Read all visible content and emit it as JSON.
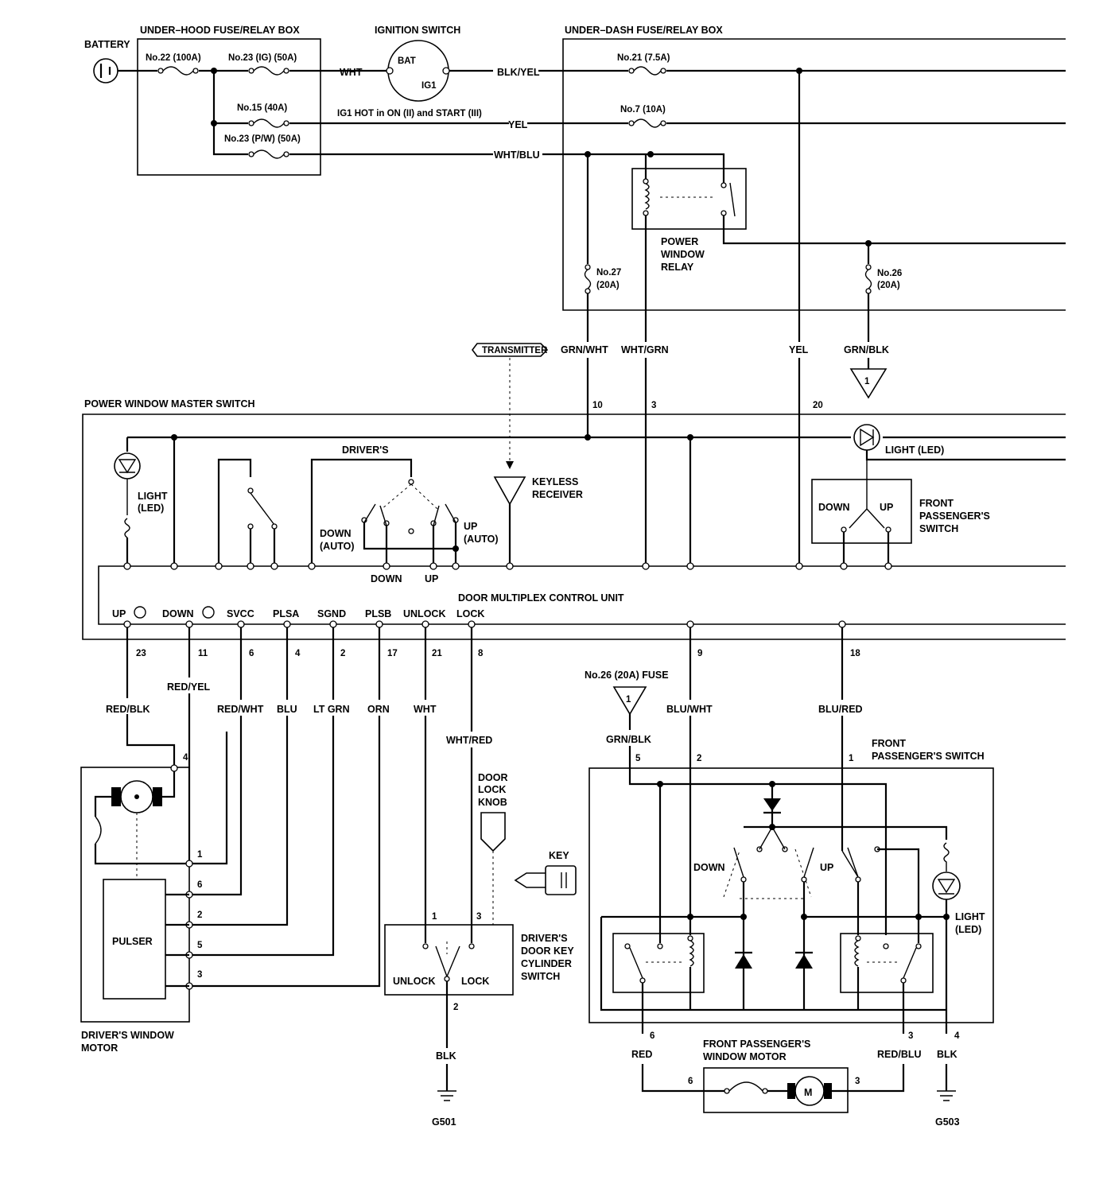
{
  "labels": {
    "battery": "BATTERY",
    "underhood_box": "UNDER–HOOD FUSE/RELAY BOX",
    "fuse22": "No.22 (100A)",
    "fuse23ig": "No.23 (IG) (50A)",
    "fuse15": "No.15 (40A)",
    "fuse23pw": "No.23 (P/W) (50A)",
    "wht": "WHT",
    "ignition_switch": "IGNITION SWITCH",
    "bat": "BAT",
    "ig1": "IG1",
    "blk_yel": "BLK/YEL",
    "ig1_hot": "IG1 HOT in ON (II) and START (III)",
    "yel_top": "YEL",
    "wht_blu": "WHT/BLU",
    "underdash_box": "UNDER–DASH FUSE/RELAY BOX",
    "fuse21": "No.21 (7.5A)",
    "fuse7": "No.7 (10A)",
    "pw_relay_1": "POWER",
    "pw_relay_2": "WINDOW",
    "pw_relay_3": "RELAY",
    "fuse27_1": "No.27",
    "fuse27_2": "(20A)",
    "fuse26_1": "No.26",
    "fuse26_2": "(20A)",
    "transmitter": "TRANSMITTER",
    "grn_wht": "GRN/WHT",
    "wht_grn": "WHT/GRN",
    "yel_mid": "YEL",
    "grn_blk": "GRN/BLK",
    "ref1": "1",
    "master_switch": "POWER WINDOW MASTER SWITCH",
    "pin10": "10",
    "pin3": "3",
    "pin20": "20",
    "light_led_r": "LIGHT (LED)",
    "light_1": "LIGHT",
    "light_2": "(LED)",
    "drivers": "DRIVER'S",
    "down_auto_1": "DOWN",
    "down_auto_2": "(AUTO)",
    "up_auto_1": "UP",
    "up_auto_2": "(AUTO)",
    "down_sw": "DOWN",
    "up_sw": "UP",
    "keyless_1": "KEYLESS",
    "keyless_2": "RECEIVER",
    "fp_down": "DOWN",
    "fp_up": "UP",
    "fps_1": "FRONT",
    "fps_2": "PASSENGER'S",
    "fps_3": "SWITCH",
    "dmcu": "DOOR MULTIPLEX CONTROL UNIT",
    "t_up": "UP",
    "t_down": "DOWN",
    "t_svcc": "SVCC",
    "t_plsa": "PLSA",
    "t_sgnd": "SGND",
    "t_plsb": "PLSB",
    "t_unlock": "UNLOCK",
    "t_lock": "LOCK",
    "p23": "23",
    "p11": "11",
    "p6": "6",
    "p4": "4",
    "p2": "2",
    "p17": "17",
    "p21": "21",
    "p8": "8",
    "p9": "9",
    "p18": "18",
    "red_blk": "RED/BLK",
    "red_yel": "RED/YEL",
    "red_wht": "RED/WHT",
    "blu": "BLU",
    "lt_grn": "LT GRN",
    "orn": "ORN",
    "wht_b": "WHT",
    "wht_red": "WHT/RED",
    "fuse26_ref": "No.26 (20A) FUSE",
    "ref1b": "1",
    "grn_blk_b": "GRN/BLK",
    "blu_wht": "BLU/WHT",
    "blu_red": "BLU/RED",
    "fps_b1": "FRONT",
    "fps_b2": "PASSENGER'S SWITCH",
    "m4": "4",
    "m1": "1",
    "m6": "6",
    "m2": "2",
    "m5": "5",
    "m3": "3",
    "pulser": "PULSER",
    "dwm_1": "DRIVER'S WINDOW",
    "dwm_2": "MOTOR",
    "dlk_1": "DOOR",
    "dlk_2": "LOCK",
    "dlk_3": "KNOB",
    "key": "KEY",
    "k1": "1",
    "k3": "3",
    "k2": "2",
    "unlock": "UNLOCK",
    "lock": "LOCK",
    "dkc_1": "DRIVER'S",
    "dkc_2": "DOOR KEY",
    "dkc_3": "CYLINDER",
    "dkc_4": "SWITCH",
    "blk_a": "BLK",
    "g501": "G501",
    "fp5": "5",
    "fp2": "2",
    "fp1": "1",
    "fp_down_b": "DOWN",
    "fp_up_b": "UP",
    "light_b1": "LIGHT",
    "light_b2": "(LED)",
    "fp6": "6",
    "fp3": "3",
    "fp4": "4",
    "red": "RED",
    "red_blu": "RED/BLU",
    "blk_b": "BLK",
    "fpwm_1": "FRONT PASSENGER'S",
    "fpwm_2": "WINDOW MOTOR",
    "wm6": "6",
    "wm3": "3",
    "motor_m": "M",
    "g503": "G503"
  }
}
